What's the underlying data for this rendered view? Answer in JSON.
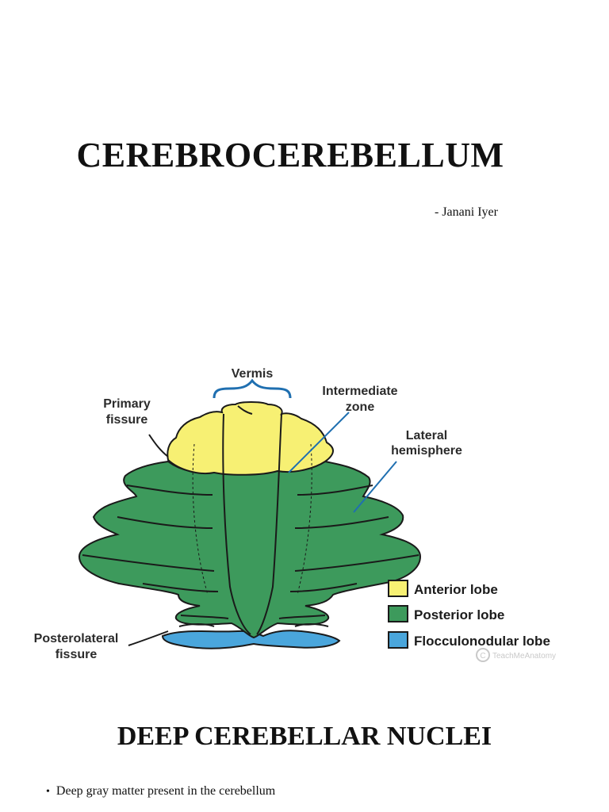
{
  "page": {
    "title": "CEREBROCEREBELLUM",
    "author": "- Janani Iyer",
    "section_title": "DEEP CEREBELLAR NUCLEI",
    "bullets": [
      "Deep gray matter present in the cerebellum"
    ]
  },
  "diagram": {
    "labels": {
      "vermis": "Vermis",
      "primary_fissure_1": "Primary",
      "primary_fissure_2": "fissure",
      "intermediate_zone_1": "Intermediate",
      "intermediate_zone_2": "zone",
      "lateral_hemisphere_1": "Lateral",
      "lateral_hemisphere_2": "hemisphere",
      "posterolateral_fissure_1": "Posterolateral",
      "posterolateral_fissure_2": "fissure"
    },
    "legend": [
      {
        "label": "Anterior lobe",
        "color": "#f7f073"
      },
      {
        "label": "Posterior lobe",
        "color": "#3d9a5c"
      },
      {
        "label": "Flocculonodular lobe",
        "color": "#4aa6dc"
      }
    ],
    "watermark": "TeachMeAnatomy",
    "colors": {
      "anterior": "#f7f073",
      "posterior": "#3d9a5c",
      "flocculonodular": "#4aa6dc",
      "outline": "#1a1a1a",
      "pointer": "#1f6fb0"
    }
  }
}
